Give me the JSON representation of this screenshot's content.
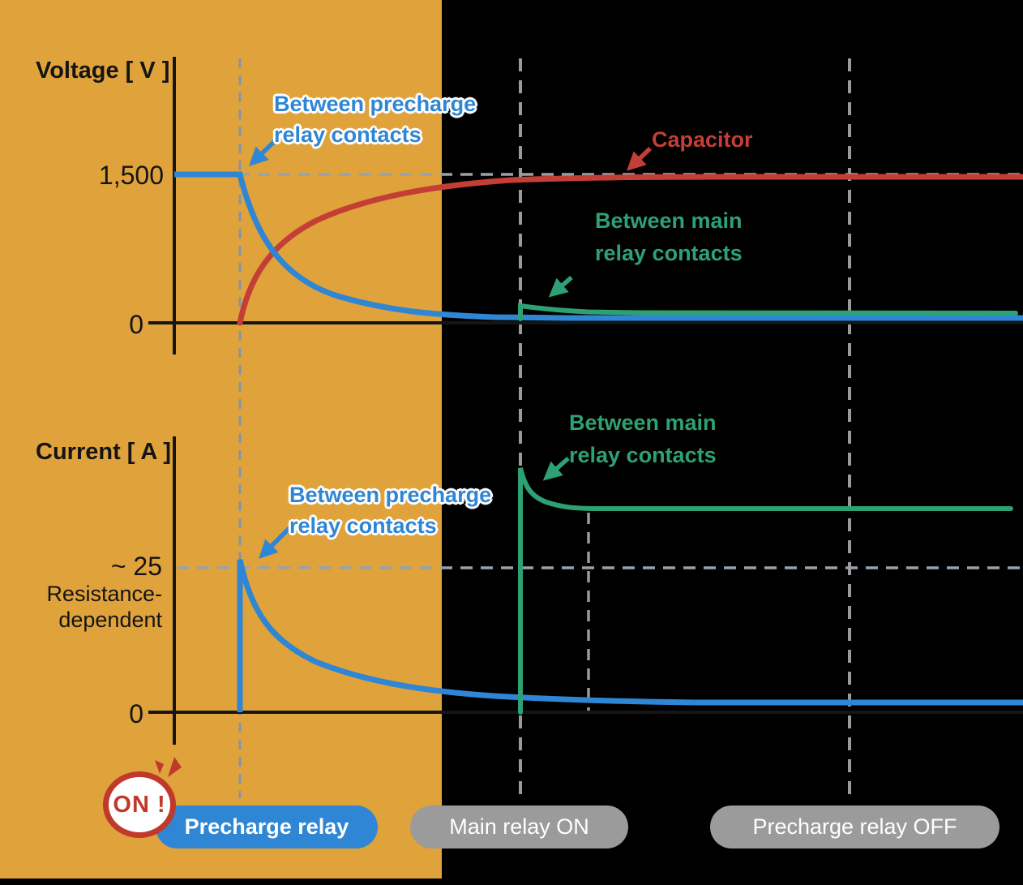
{
  "colors": {
    "background_left": "#E0A23B",
    "background_right": "#000000",
    "blue": "#2E86D4",
    "red": "#C33F36",
    "green": "#2EA174",
    "pill_gray": "#9B9B9B",
    "dash_gray": "#9A9A9A",
    "dash_blue_gray": "#8495A8",
    "badge_red": "#C0392B"
  },
  "v_chart": {
    "title": "Voltage [ V ]",
    "tick_1500": "1,500",
    "tick_0": "0",
    "label_precharge_1": "Between precharge",
    "label_precharge_2": "relay contacts",
    "label_capacitor": "Capacitor",
    "label_main_1": "Between main",
    "label_main_2": "relay contacts"
  },
  "i_chart": {
    "title": "Current [ A ]",
    "tick_25": "~ 25",
    "note_1": "Resistance-",
    "note_2": "dependent",
    "tick_0": "0",
    "label_precharge_1": "Between precharge",
    "label_precharge_2": "relay contacts",
    "label_main_1": "Between main",
    "label_main_2": "relay contacts"
  },
  "timeline": {
    "on_badge": "ON !",
    "pill_precharge": "Precharge relay",
    "pill_main": "Main relay ON",
    "pill_precharge_off": "Precharge relay OFF"
  },
  "chart_data": [
    {
      "type": "line",
      "title": "Voltage [ V ]",
      "xlabel": "time (unlabeled, relative 0-1)",
      "ylabel": "Voltage [ V ]",
      "yticks": [
        0,
        1500
      ],
      "ylim": [
        0,
        1650
      ],
      "grid": "dashed reference lines at V=1500 and at phase-change times",
      "legend_position": "inline annotations with arrows",
      "events": [
        {
          "label": "Precharge relay ON",
          "t": 0.077
        },
        {
          "label": "Main relay ON",
          "t": 0.408
        },
        {
          "label": "Precharge relay OFF",
          "t": 0.795
        }
      ],
      "series": [
        {
          "name": "Between precharge relay contacts",
          "color": "#2E86D4",
          "points": [
            [
              0,
              1500
            ],
            [
              0.077,
              1500
            ],
            [
              0.12,
              900
            ],
            [
              0.16,
              600
            ],
            [
              0.2,
              390
            ],
            [
              0.25,
              230
            ],
            [
              0.3,
              140
            ],
            [
              0.408,
              75
            ],
            [
              0.55,
              55
            ],
            [
              1,
              50
            ]
          ]
        },
        {
          "name": "Capacitor",
          "color": "#C33F36",
          "points": [
            [
              0.077,
              0
            ],
            [
              0.12,
              560
            ],
            [
              0.16,
              840
            ],
            [
              0.2,
              1040
            ],
            [
              0.25,
              1210
            ],
            [
              0.3,
              1320
            ],
            [
              0.408,
              1430
            ],
            [
              0.55,
              1480
            ],
            [
              1,
              1500
            ]
          ]
        },
        {
          "name": "Between main relay contacts",
          "color": "#2EA174",
          "points": [
            [
              0.408,
              175
            ],
            [
              0.44,
              135
            ],
            [
              0.5,
              110
            ],
            [
              0.6,
              105
            ],
            [
              1,
              104
            ]
          ]
        }
      ]
    },
    {
      "type": "line",
      "title": "Current [ A ]",
      "xlabel": "time (unlabeled, relative 0-1)",
      "ylabel": "Current [ A ]",
      "yticks": [
        0,
        25
      ],
      "ytick_note": "~ 25, Resistance-dependent peak",
      "ylim": [
        0,
        45
      ],
      "grid": "dashed reference lines at I=25 and at phase-change times",
      "legend_position": "inline annotations with arrows",
      "events": [
        {
          "label": "Precharge relay ON",
          "t": 0.077
        },
        {
          "label": "Main relay ON",
          "t": 0.408
        },
        {
          "label": "Precharge relay OFF",
          "t": 0.795
        }
      ],
      "series": [
        {
          "name": "Between precharge relay contacts",
          "color": "#2E86D4",
          "points": [
            [
              0.077,
              0
            ],
            [
              0.077,
              25
            ],
            [
              0.12,
              16
            ],
            [
              0.16,
              11
            ],
            [
              0.2,
              7.5
            ],
            [
              0.25,
              4.8
            ],
            [
              0.3,
              3.2
            ],
            [
              0.408,
              1.9
            ],
            [
              0.5,
              1.6
            ],
            [
              1,
              1.5
            ]
          ]
        },
        {
          "name": "Between main relay contacts",
          "color": "#2EA174",
          "points": [
            [
              0.408,
              0
            ],
            [
              0.408,
              42
            ],
            [
              0.43,
              37.5
            ],
            [
              0.45,
              36
            ],
            [
              0.488,
              35.3
            ],
            [
              0.6,
              35
            ],
            [
              1,
              35
            ]
          ]
        }
      ]
    }
  ]
}
